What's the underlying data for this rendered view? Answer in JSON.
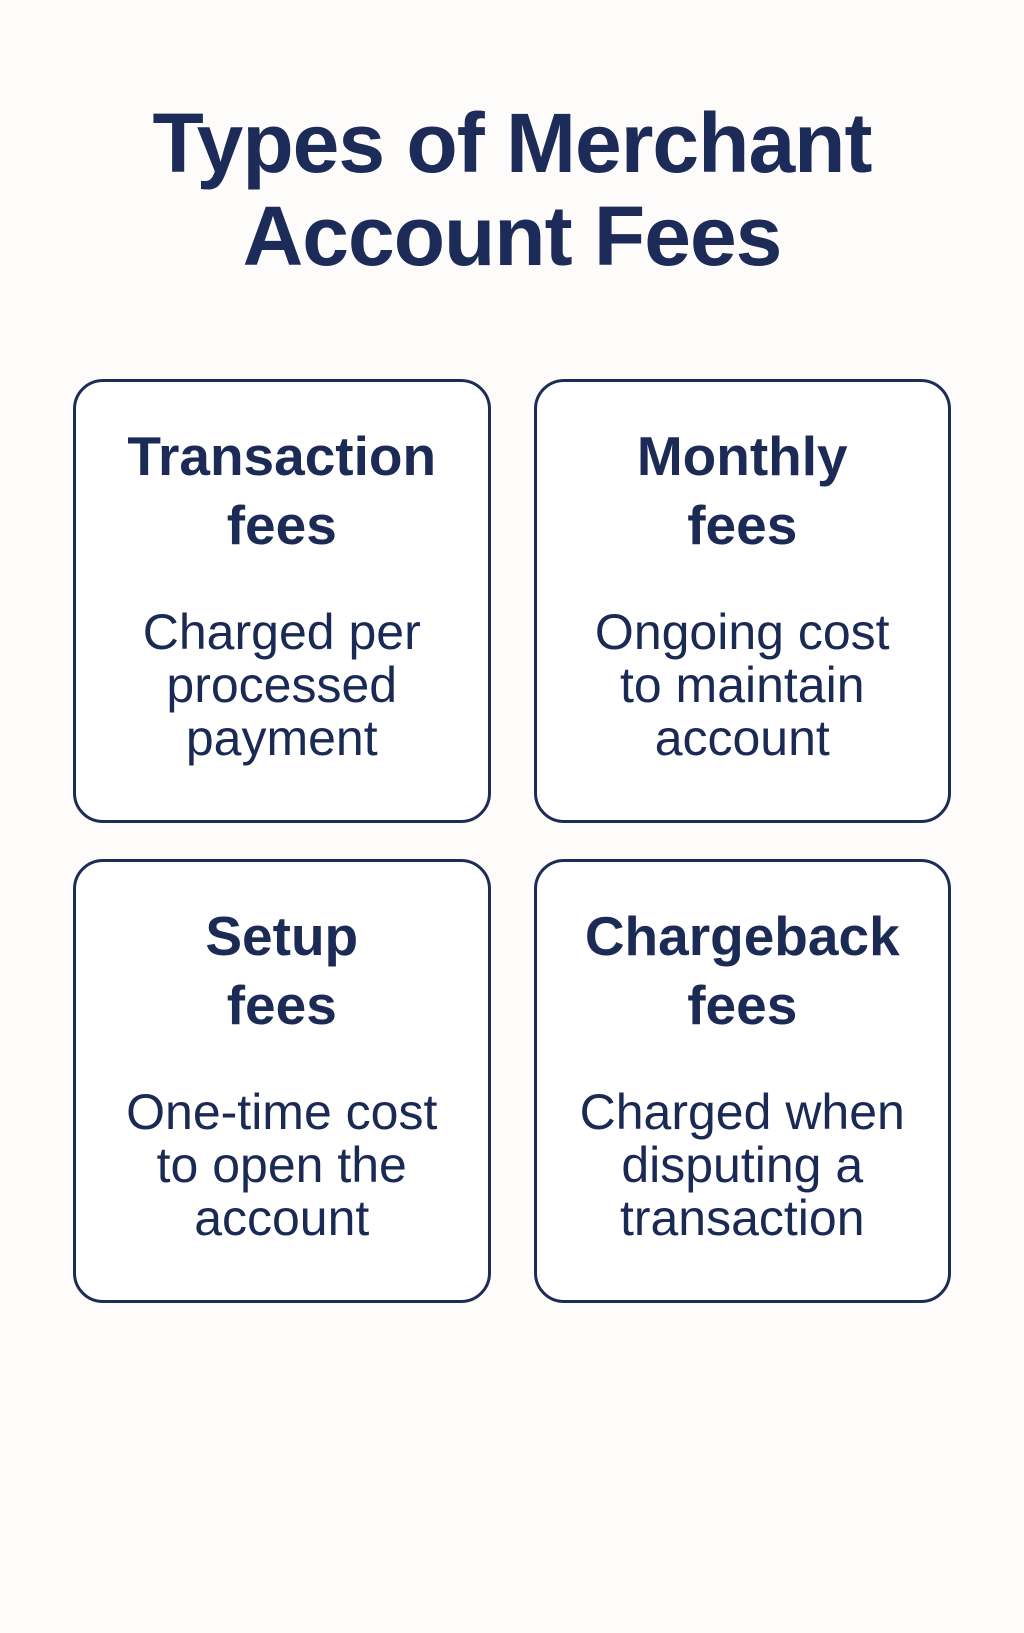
{
  "page": {
    "title": "Types of Merchant\nAccount Fees",
    "background_color": "#fdfcfb",
    "card_background_color": "#ffffff",
    "accent_color": "#1d2b58"
  },
  "cards": [
    {
      "title": "Transaction\nfees",
      "description": "Charged per\nprocessed\npayment"
    },
    {
      "title": "Monthly\nfees",
      "description": "Ongoing cost\nto maintain\naccount"
    },
    {
      "title": "Setup\nfees",
      "description": "One-time cost\nto open the\naccount"
    },
    {
      "title": "Chargeback\nfees",
      "description": "Charged when\ndisputing a\ntransaction"
    }
  ]
}
